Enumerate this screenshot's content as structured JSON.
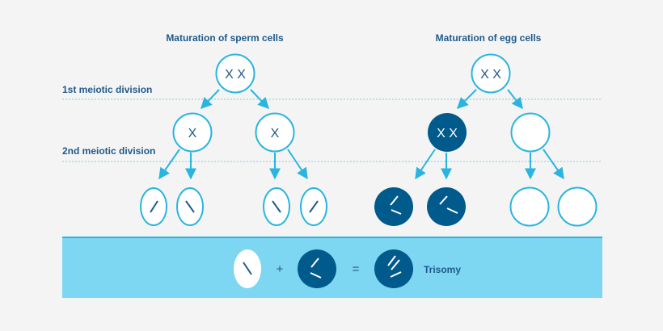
{
  "titles": {
    "sperm": "Maturation of sperm cells",
    "egg": "Maturation of egg cells"
  },
  "stages": {
    "first": "1st meiotic division",
    "second": "2nd meiotic division"
  },
  "chromosome_labels": {
    "sperm_parent": "X X",
    "sperm_daughter_left": "X",
    "sperm_daughter_right": "X",
    "egg_parent": "X X",
    "egg_daughter_left": "X X"
  },
  "fertilization": {
    "plus": "+",
    "equals": "=",
    "result": "Trisomy"
  },
  "colors": {
    "cyan": "#29b5df",
    "dark": "#005a8c",
    "band": "#7dd6f2",
    "text": "#1f5a8a"
  }
}
